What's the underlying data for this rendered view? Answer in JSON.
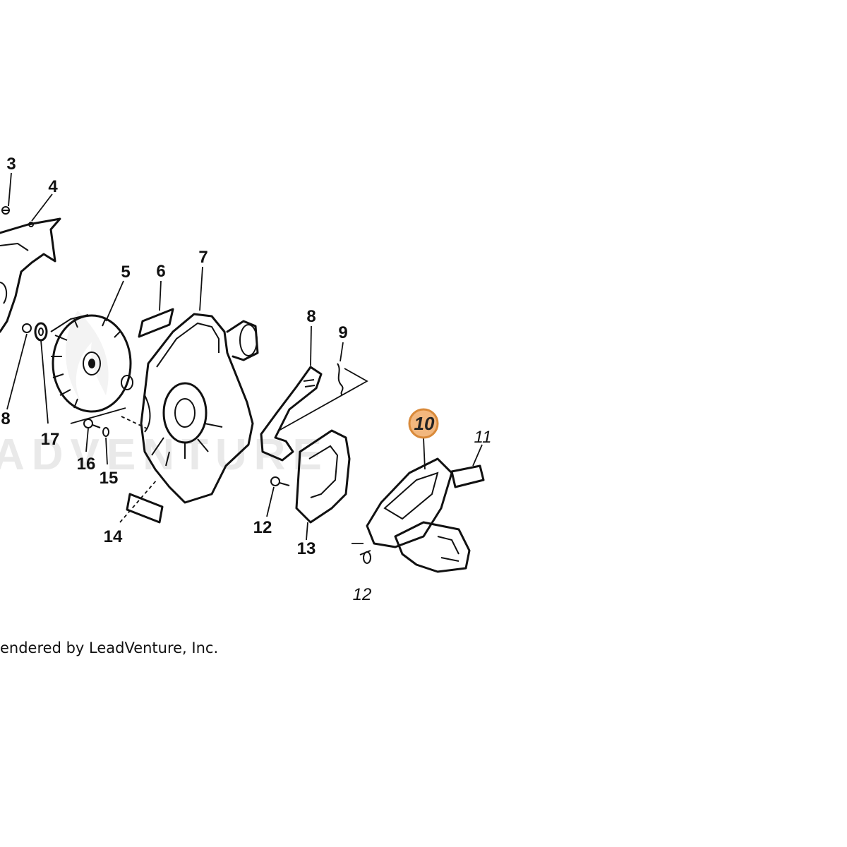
{
  "diagram": {
    "watermark": "ADVENTURE",
    "credit": "endered by LeadVenture, Inc.",
    "highlight_color": "#f2b77e",
    "callouts": [
      {
        "id": "3",
        "text": "3"
      },
      {
        "id": "4",
        "text": "4"
      },
      {
        "id": "5",
        "text": "5"
      },
      {
        "id": "6",
        "text": "6"
      },
      {
        "id": "7",
        "text": "7"
      },
      {
        "id": "8a",
        "text": "8"
      },
      {
        "id": "8b",
        "text": "8"
      },
      {
        "id": "9",
        "text": "9"
      },
      {
        "id": "10",
        "text": "10",
        "highlighted": true
      },
      {
        "id": "11",
        "text": "11"
      },
      {
        "id": "12a",
        "text": "12"
      },
      {
        "id": "12b",
        "text": "12"
      },
      {
        "id": "13",
        "text": "13"
      },
      {
        "id": "14",
        "text": "14"
      },
      {
        "id": "15",
        "text": "15"
      },
      {
        "id": "16",
        "text": "16"
      },
      {
        "id": "17",
        "text": "17"
      }
    ]
  }
}
